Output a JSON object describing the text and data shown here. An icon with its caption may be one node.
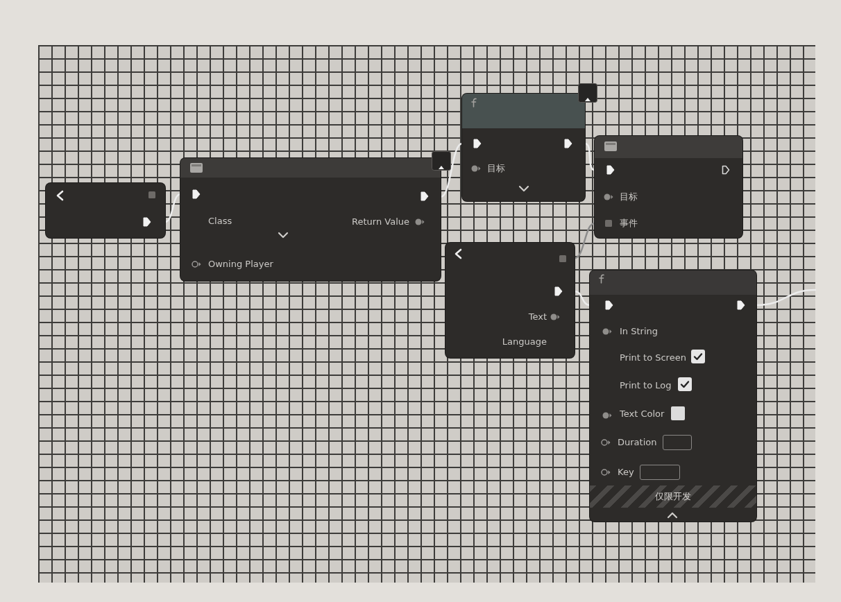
{
  "diagram": {
    "nodes": [
      {
        "text": [],
        "shape": "box"
      },
      {
        "text": [
          "Class",
          "Return Value",
          "Owning Player"
        ]
      },
      {
        "text": [
          "目标"
        ]
      },
      {
        "text": [
          "目标",
          "事件"
        ]
      },
      {
        "text": [
          "Text",
          "Language"
        ]
      },
      {
        "text": [
          "In String",
          "Print to Screen",
          "Print to Log",
          "Text Color",
          "Duration",
          "Key",
          "仅限开发"
        ]
      }
    ],
    "edges": [
      {
        "from": 0,
        "to": 1,
        "arrow": "none"
      },
      {
        "from": 1,
        "to": 2,
        "arrow": "none"
      },
      {
        "from": 2,
        "to": 3,
        "arrow": "none"
      },
      {
        "from": 4,
        "to": 3,
        "arrow": "none",
        "color": "#8c8c8c"
      },
      {
        "from": 4,
        "to": 5,
        "arrow": "none"
      },
      {
        "from": 5,
        "to": null,
        "arrow": "none"
      }
    ]
  }
}
